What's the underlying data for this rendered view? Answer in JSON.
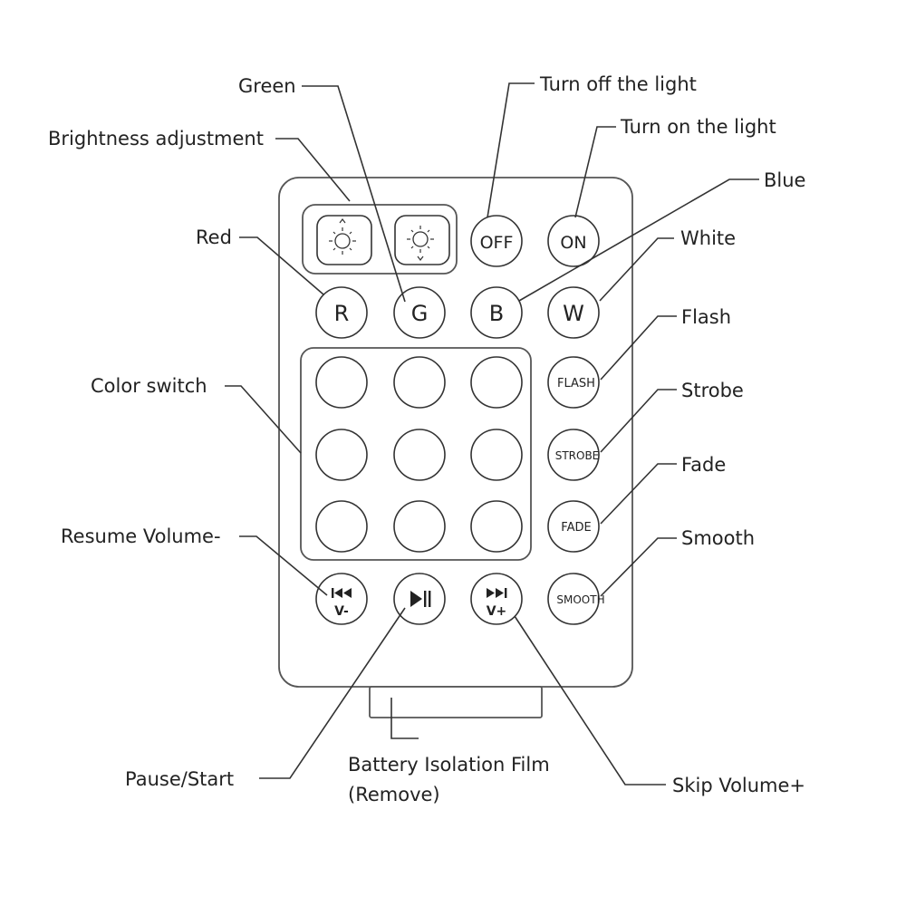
{
  "labels": {
    "green": "Green",
    "turn_off": "Turn off the light",
    "turn_on": "Turn on the light",
    "brightness": "Brightness adjustment",
    "blue": "Blue",
    "red": "Red",
    "white": "White",
    "flash": "Flash",
    "color_switch": "Color switch",
    "strobe": "Strobe",
    "fade": "Fade",
    "resume_volume": "Resume Volume-",
    "smooth": "Smooth",
    "pause_start": "Pause/Start",
    "battery_line1": "Battery Isolation Film",
    "battery_line2": "(Remove)",
    "skip_volume": "Skip Volume+"
  },
  "buttons": {
    "off": "OFF",
    "on": "ON",
    "r": "R",
    "g": "G",
    "b": "B",
    "w": "W",
    "flash": "FLASH",
    "strobe": "STROBE",
    "fade": "FADE",
    "smooth": "SMOOTH",
    "vminus": "V-",
    "vplus": "V+"
  },
  "icons": {
    "brightness_up": "sun-arrow-up-icon",
    "brightness_down": "sun-arrow-down-icon",
    "rewind": "rewind-icon",
    "play_pause": "play-pause-icon",
    "fast_forward": "fast-forward-icon"
  },
  "colors": {
    "outline": "#555555",
    "text": "#222222"
  }
}
